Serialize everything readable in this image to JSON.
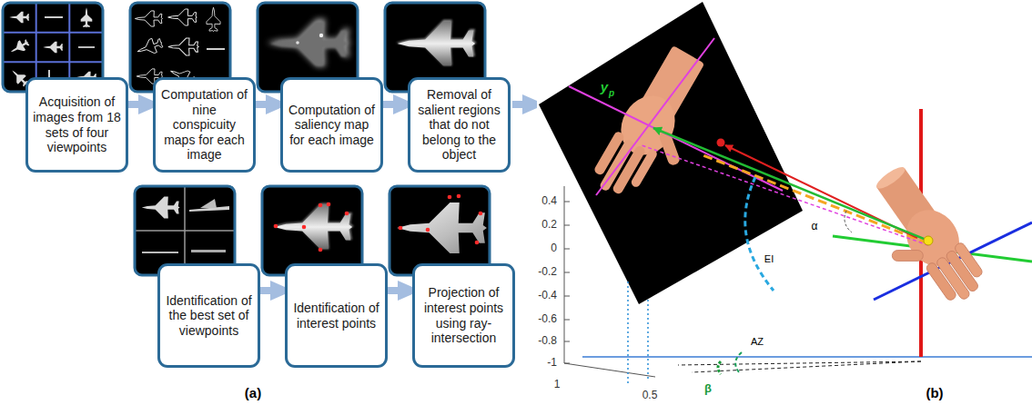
{
  "diagram": {
    "nodes": [
      {
        "text": [
          "Acquisition of images from 18 sets of four viewpoints"
        ]
      },
      {
        "text": [
          "Computation of nine conspicuity maps for each image"
        ]
      },
      {
        "text": [
          "Computation of saliency map for each image"
        ]
      },
      {
        "text": [
          "Removal of salient regions that do not belong to the object"
        ]
      },
      {
        "text": [
          "Identification of the best set of viewpoints"
        ]
      },
      {
        "text": [
          "Identification of interest points"
        ]
      },
      {
        "text": [
          "Projection of interest points using ray-intersection"
        ]
      }
    ],
    "edges": [
      {
        "from": 0,
        "to": 1,
        "arrow": "to"
      },
      {
        "from": 1,
        "to": 2,
        "arrow": "to"
      },
      {
        "from": 2,
        "to": 3,
        "arrow": "to"
      },
      {
        "from": 4,
        "to": 5,
        "arrow": "to"
      },
      {
        "from": 5,
        "to": 6,
        "arrow": "to"
      }
    ],
    "labels": [
      "(a)",
      "(b)",
      "0.4",
      "0.2",
      "0",
      "-0.2",
      "-0.4",
      "-0.6",
      "-0.8",
      "-1",
      "1",
      "0.5",
      "y",
      "p",
      "α",
      "EI",
      "AZ",
      "β"
    ]
  }
}
